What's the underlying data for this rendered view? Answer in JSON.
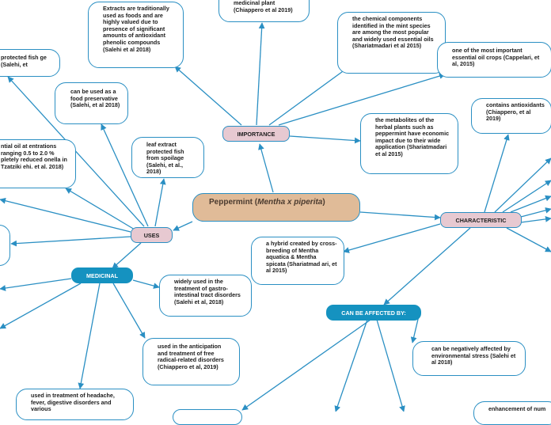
{
  "central": {
    "name": "Peppermint (",
    "latin": "Mentha x piperita",
    "close": ")"
  },
  "branches": {
    "importance": "IMPORTANCE",
    "uses": "USES",
    "characteristic": "CHARACTERISTIC",
    "medicinal": "MEDICINAL",
    "affected": "CAN BE AFFECTED BY:"
  },
  "notes": {
    "extracts": "Extracts are traditionally used as foods and are highly valued due to presence of significant amounts of antioxidant phenolic compounds (Salehi et al 2018)",
    "medicinal_plant": "medicinal plant (Chiappero et al 2019)",
    "chemical_components": "the chemical components identified in the mint species are among the most popular and widely used essential oils (Shariatmadari et al 2015)",
    "essential_oil_crops": "one of the most important essential oil crops (Cappelari, et al, 2015)",
    "metabolites": "the metabolites of the herbal plants such as peppermint have economic impact due to their wide application (Shariatmadari et al 2015)",
    "contains_antioxidants": "contains antioxidants (Chiappero, et al 2019)",
    "protected_fish": "protected fish ge (Salehi, et",
    "food_preservative": "can be used as a food preservative (Salehi, et al 2018)",
    "essential_oil": "ntial oil at entrations ranging 0.5 to 2.0 % pletely reduced onella in Tzatziki ehi. et al. 2018)",
    "leaf_extract": "leaf extract protected fish from spoilage (Salehi, et al., 2018)",
    "hybrid": "a hybrid created by cross-breeding of Mentha aquatica & Mentha spicata (Shariatmad ari, et al 2015)",
    "gastro": "widely used in the treatment of gastro-intestinal tract disorders (Salehi et al, 2018)",
    "anticipation": "used in the anticipation and treatment of free radical-related disorders (Chiappero et al, 2019)",
    "stress": "can be negatively affected by environmental stress (Salehi et al 2018)",
    "headache": "used in treatment of headache, fever, digestive disorders and various",
    "enhancement": "enhancement of num"
  }
}
